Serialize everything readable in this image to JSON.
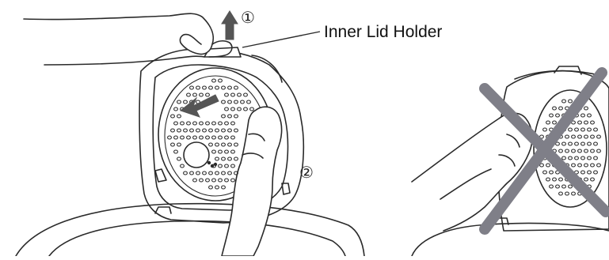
{
  "callout": {
    "text": "Inner Lid Holder"
  },
  "steps": [
    {
      "marker": "①"
    },
    {
      "marker": "②"
    }
  ],
  "colors": {
    "line": "#2a2a2a",
    "fill_gray": "#bdbdbd",
    "x_mark": "#7f7f88",
    "arrow": "#555555"
  }
}
